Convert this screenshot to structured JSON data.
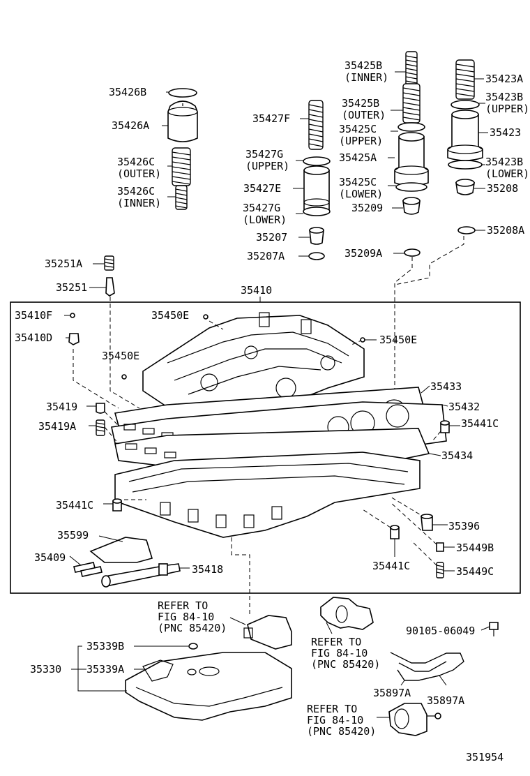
{
  "diagram_id": "351954",
  "labels": {
    "p35426B": "35426B",
    "p35426A": "35426A",
    "p35426C_outer": "35426C",
    "p35426C_outer_note": "(OUTER)",
    "p35426C_inner": "35426C",
    "p35426C_inner_note": "(INNER)",
    "p35427F": "35427F",
    "p35427G_upper": "35427G",
    "p35427G_upper_note": "(UPPER)",
    "p35427E": "35427E",
    "p35427G_lower": "35427G",
    "p35427G_lower_note": "(LOWER)",
    "p35207": "35207",
    "p35207A": "35207A",
    "p35425B_inner": "35425B",
    "p35425B_inner_note": "(INNER)",
    "p35425B_outer": "35425B",
    "p35425B_outer_note": "(OUTER)",
    "p35425C_upper": "35425C",
    "p35425C_upper_note": "(UPPER)",
    "p35425A": "35425A",
    "p35425C_lower": "35425C",
    "p35425C_lower_note": "(LOWER)",
    "p35209": "35209",
    "p35209A": "35209A",
    "p35423A": "35423A",
    "p35423B_upper": "35423B",
    "p35423B_upper_note": "(UPPER)",
    "p35423": "35423",
    "p35423B_lower": "35423B",
    "p35423B_lower_note": "(LOWER)",
    "p35208": "35208",
    "p35208A": "35208A",
    "p35251A": "35251A",
    "p35251": "35251",
    "p35410": "35410",
    "p35410F": "35410F",
    "p35410D": "35410D",
    "p35450E_top": "35450E",
    "p35450E_right": "35450E",
    "p35450E_left": "35450E",
    "p35433": "35433",
    "p35432": "35432",
    "p35441C_right": "35441C",
    "p35419": "35419",
    "p35419A": "35419A",
    "p35434": "35434",
    "p35441C_left": "35441C",
    "p35396": "35396",
    "p35599": "35599",
    "p35449B": "35449B",
    "p35409": "35409",
    "p35441C_bottom": "35441C",
    "p35418": "35418",
    "p35449C": "35449C",
    "p35339B": "35339B",
    "p35330": "35330",
    "p35339A": "35339A",
    "p90105": "90105-06049",
    "p35897A_left": "35897A",
    "p35897A_right": "35897A"
  },
  "refers": [
    {
      "line1": "REFER TO",
      "line2": "FIG 84-10",
      "line3": "(PNC 85420)"
    },
    {
      "line1": "REFER TO",
      "line2": "FIG 84-10",
      "line3": "(PNC 85420)"
    },
    {
      "line1": "REFER TO",
      "line2": "FIG 84-10",
      "line3": "(PNC 85420)"
    }
  ]
}
